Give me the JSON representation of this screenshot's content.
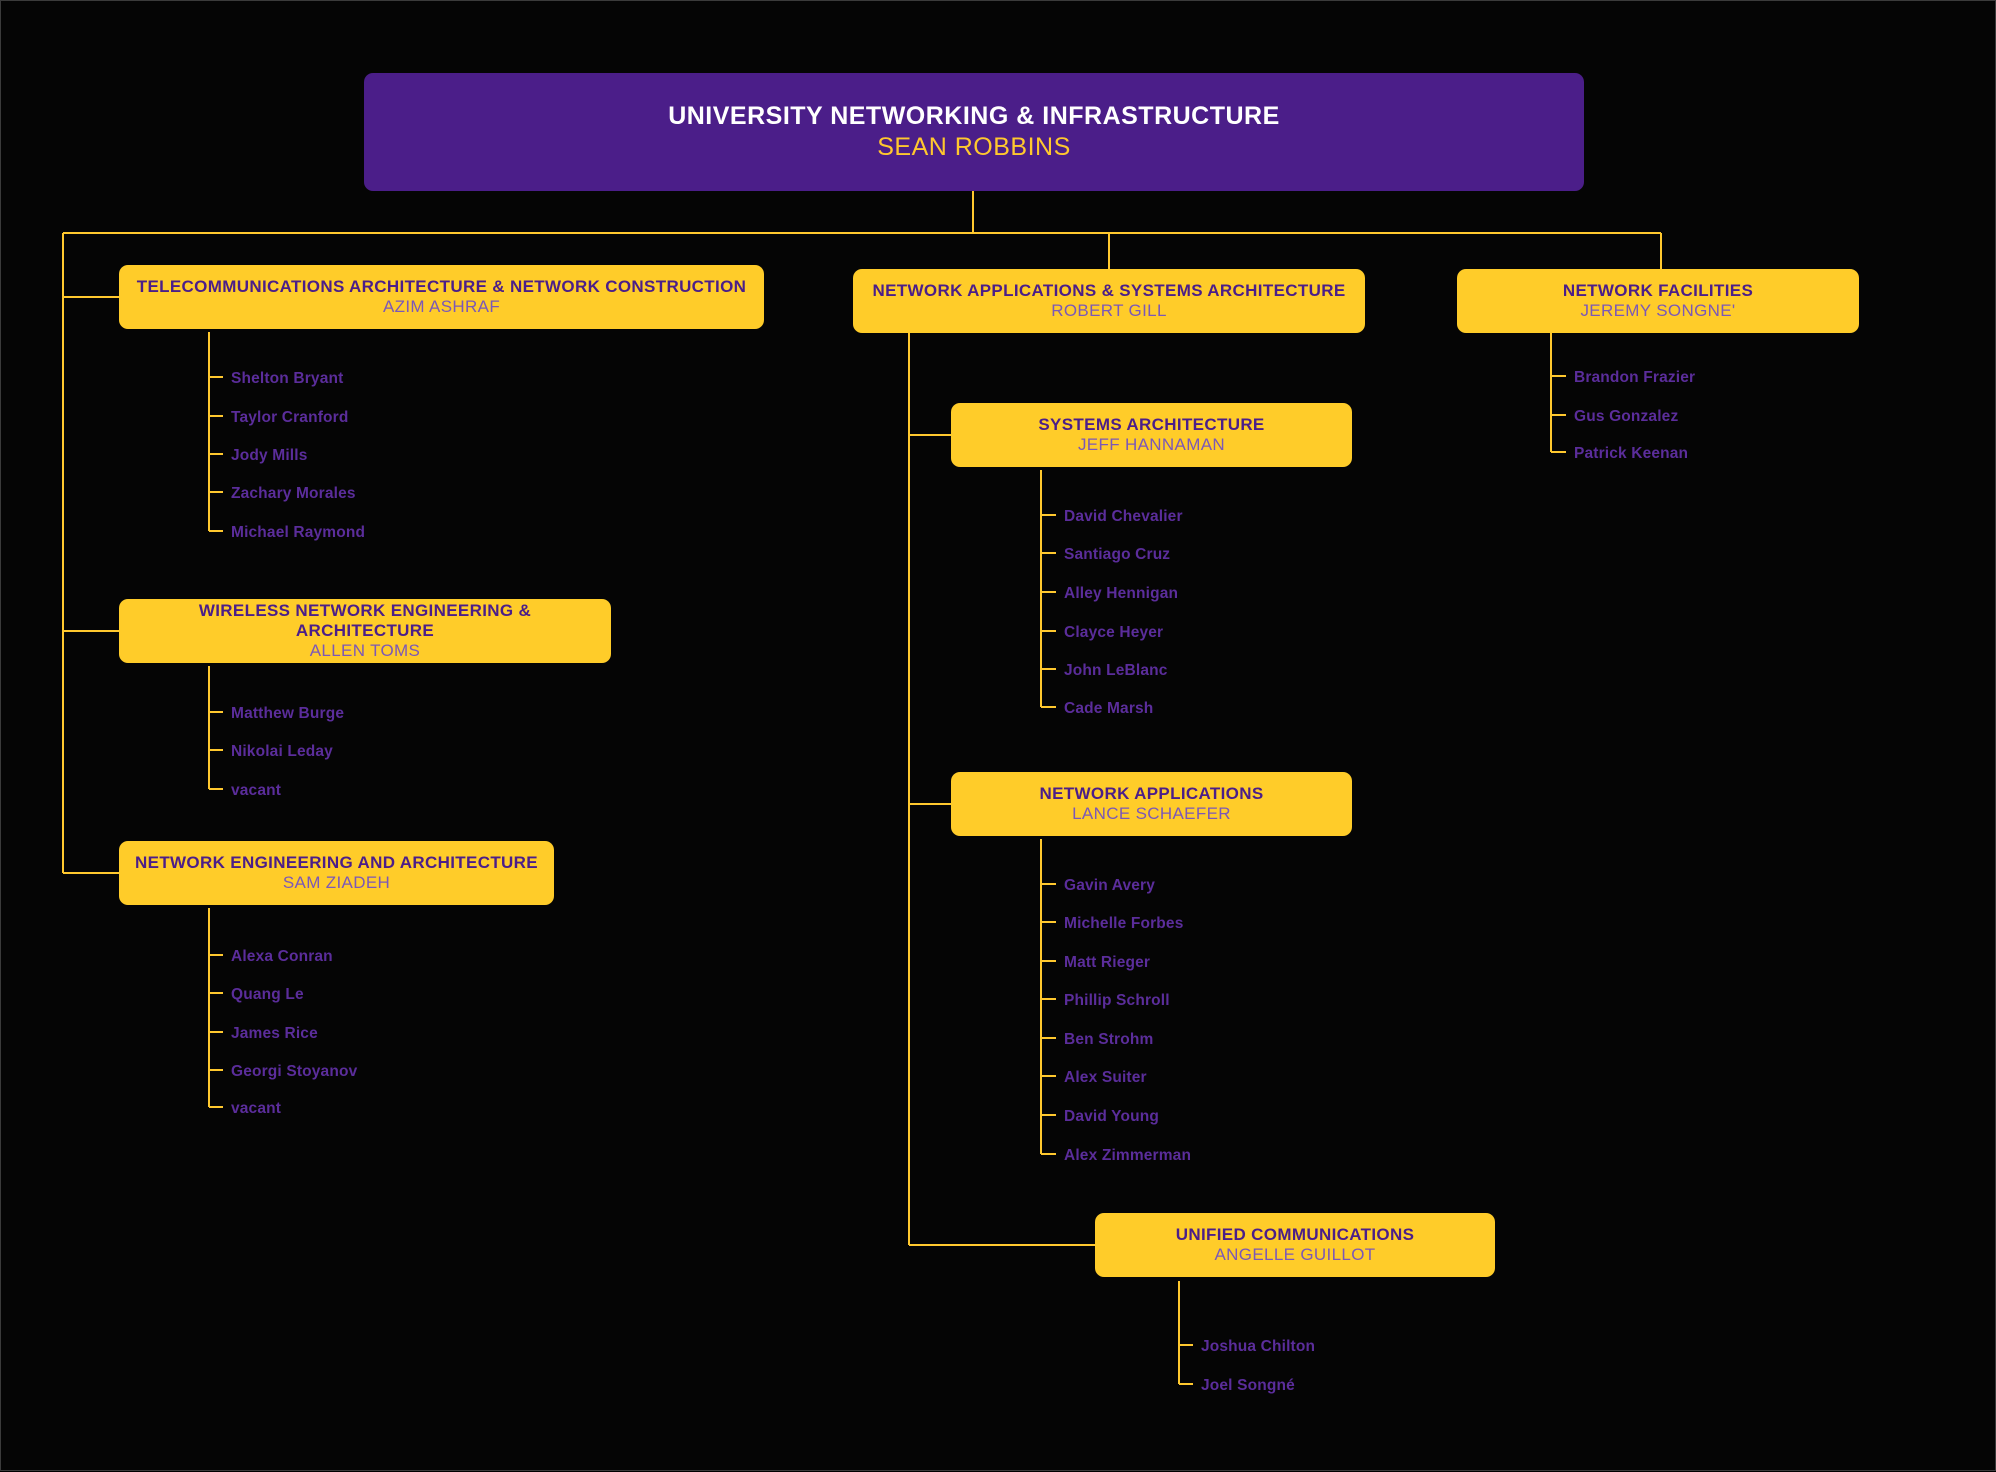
{
  "colors": {
    "background": "#050505",
    "root_box": "#4B1E89",
    "unit_box": "#FFCC29",
    "connector": "#FFC82E",
    "root_title_text": "#FFFFFF",
    "root_person_text": "#FFC82E",
    "unit_title_text": "#4B1E89",
    "unit_person_text": "#7B58B8",
    "leaf_text": "#5B2D9B"
  },
  "root": {
    "title": "UNIVERSITY NETWORKING & INFRASTRUCTURE",
    "person": "SEAN ROBBINS"
  },
  "branches": {
    "telecom": {
      "title": "TELECOMMUNICATIONS ARCHITECTURE & NETWORK CONSTRUCTION",
      "person": "AZIM ASHRAF",
      "reports": [
        "Shelton Bryant",
        "Taylor Cranford",
        "Jody Mills",
        "Zachary Morales",
        "Michael Raymond"
      ]
    },
    "wireless": {
      "title": "WIRELESS NETWORK ENGINEERING & ARCHITECTURE",
      "person": "ALLEN TOMS",
      "reports": [
        "Matthew Burge",
        "Nikolai Leday",
        "vacant"
      ]
    },
    "netengarch": {
      "title": "NETWORK ENGINEERING AND ARCHITECTURE",
      "person": "SAM ZIADEH",
      "reports": [
        "Alexa Conran",
        "Quang Le",
        "James Rice",
        "Georgi Stoyanov",
        "vacant"
      ]
    },
    "netappsys": {
      "title": "NETWORK APPLICATIONS & SYSTEMS ARCHITECTURE",
      "person": "ROBERT GILL",
      "reports": []
    },
    "sysarch": {
      "title": "SYSTEMS ARCHITECTURE",
      "person": "JEFF HANNAMAN",
      "reports": [
        "David Chevalier",
        "Santiago Cruz",
        "Alley Hennigan",
        "Clayce Heyer",
        "John LeBlanc",
        "Cade Marsh"
      ]
    },
    "netapps": {
      "title": "NETWORK APPLICATIONS",
      "person": "LANCE SCHAEFER",
      "reports": [
        "Gavin Avery",
        "Michelle Forbes",
        "Matt Rieger",
        "Phillip Schroll",
        "Ben Strohm",
        "Alex Suiter",
        "David Young",
        "Alex Zimmerman"
      ]
    },
    "unifiedcomm": {
      "title": "UNIFIED COMMUNICATIONS",
      "person": "ANGELLE GUILLOT",
      "reports": [
        "Joshua Chilton",
        "Joel Songné"
      ]
    },
    "netfac": {
      "title": "NETWORK FACILITIES",
      "person": "JEREMY SONGNE'",
      "reports": [
        "Brandon Frazier",
        "Gus Gonzalez",
        "Patrick Keenan"
      ]
    }
  }
}
